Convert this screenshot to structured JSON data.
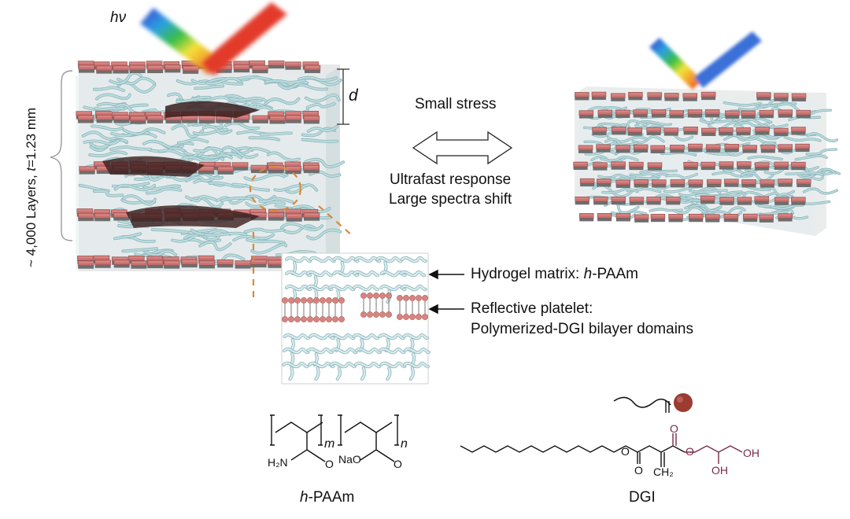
{
  "light": {
    "symbol": "hν"
  },
  "left_block": {
    "layers_label_prefix": "~ 4,000 Layers, ",
    "layers_label_t": "t",
    "layers_label_suffix": "=1.23 mm",
    "spacing_label": "d"
  },
  "center": {
    "stress_label": "Small stress",
    "response_line1": "Ultrafast response",
    "response_line2": "Large spectra shift"
  },
  "inset": {
    "hydrogel_label_prefix": "Hydrogel matrix: ",
    "hydrogel_label_h": "h",
    "hydrogel_label_suffix": "-PAAm",
    "platelet_label_line1": "Reflective platelet:",
    "platelet_label_line2": "Polymerized-DGI bilayer domains"
  },
  "hpaam": {
    "name_h": "h",
    "name_suffix": "-PAAm",
    "sub_m": "m",
    "sub_n": "n",
    "amide_group": "H₂N",
    "carboxylate_group": "NaO",
    "oxygen_1": "O",
    "oxygen_2": "O"
  },
  "dgi": {
    "name": "DGI",
    "ester_o_1": "O",
    "ester_o_2": "O",
    "carbonyl_o_1": "O",
    "carbonyl_o_2": "O",
    "methylene": "CH₂",
    "hydroxyl_1": "OH",
    "hydroxyl_2": "OH"
  },
  "colors": {
    "platelet": "#c9706f",
    "platelet_top": "#d98c88",
    "platelet_dark": "#6b3b3b",
    "hydrogel": "#b9dde0",
    "dgi_head": "#7a2a45",
    "bead": "#9b3b32",
    "beam_blue": "#3a6fd8",
    "beam_red": "#e23a2a"
  }
}
